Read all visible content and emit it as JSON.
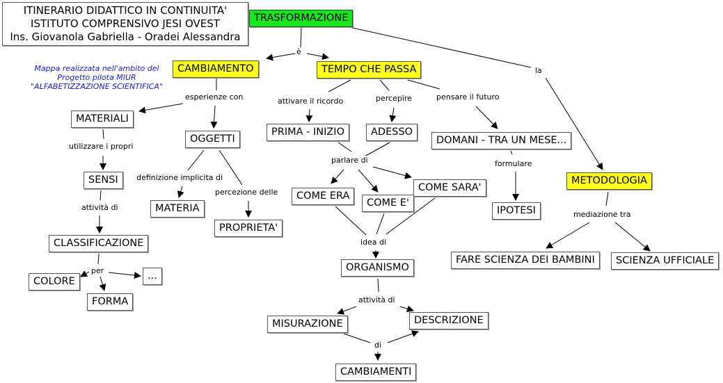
{
  "header": {
    "title_lines": [
      "ITINERARIO DIDATTICO IN CONTINUITA'",
      "ISTITUTO COMPRENSIVO JESI OVEST",
      "Ins. Giovanola Gabriella - Oradei Alessandra"
    ]
  },
  "note": {
    "lines": [
      "Mappa realizzata nell'ambito del",
      "Progetto pilota MIUR",
      "\"ALFABETIZZAZIONE SCIENTIFICA\""
    ],
    "color": "#1a1acc"
  },
  "colors": {
    "root": "#17e51e",
    "highlight": "#ffff1e"
  },
  "nodes": {
    "trasformazione": "TRASFORMAZIONE",
    "cambiamento": "CAMBIAMENTO",
    "tempo_che_passa": "TEMPO CHE PASSA",
    "metodologia": "METODOLOGIA",
    "materiali": "MATERIALI",
    "oggetti": "OGGETTI",
    "sensi": "SENSI",
    "materia": "MATERIA",
    "proprieta": "PROPRIETA'",
    "classificazione": "CLASSIFICAZIONE",
    "colore": "COLORE",
    "forma": "FORMA",
    "ellipsis": "...",
    "prima_inizio": "PRIMA - INIZIO",
    "adesso": "ADESSO",
    "domani": "DOMANI - TRA UN MESE...",
    "come_era": "COME ERA",
    "come_e": "COME E'",
    "come_sara": "COME SARA'",
    "ipotesi": "IPOTESI",
    "organismo": "ORGANISMO",
    "misurazione": "MISURAZIONE",
    "descrizione": "DESCRIZIONE",
    "cambiamenti": "CAMBIAMENTI",
    "fare_scienza": "FARE SCIENZA DEI BAMBINI",
    "scienza_ufficiale": "SCIENZA UFFICIALE"
  },
  "links": {
    "e": "è",
    "la": "la",
    "esperienze_con": "esperienze con",
    "utilizzare_i_propri": "utilizzare i propri",
    "attivita_di_1": "attività di",
    "per": "per",
    "definizione_implicita_di": "definizione implicita di",
    "percezione_delle": "percezione delle",
    "attivare_il_ricordo": "attivare il ricordo",
    "percepire": "percepire",
    "pensare_il_futuro": "pensare il futuro",
    "parlare_di": "parlare di",
    "formulare": "formulare",
    "idea_di": "idea di",
    "attivita_di_2": "attività di",
    "di": "di",
    "mediazione_tra": "mediazione tra"
  }
}
